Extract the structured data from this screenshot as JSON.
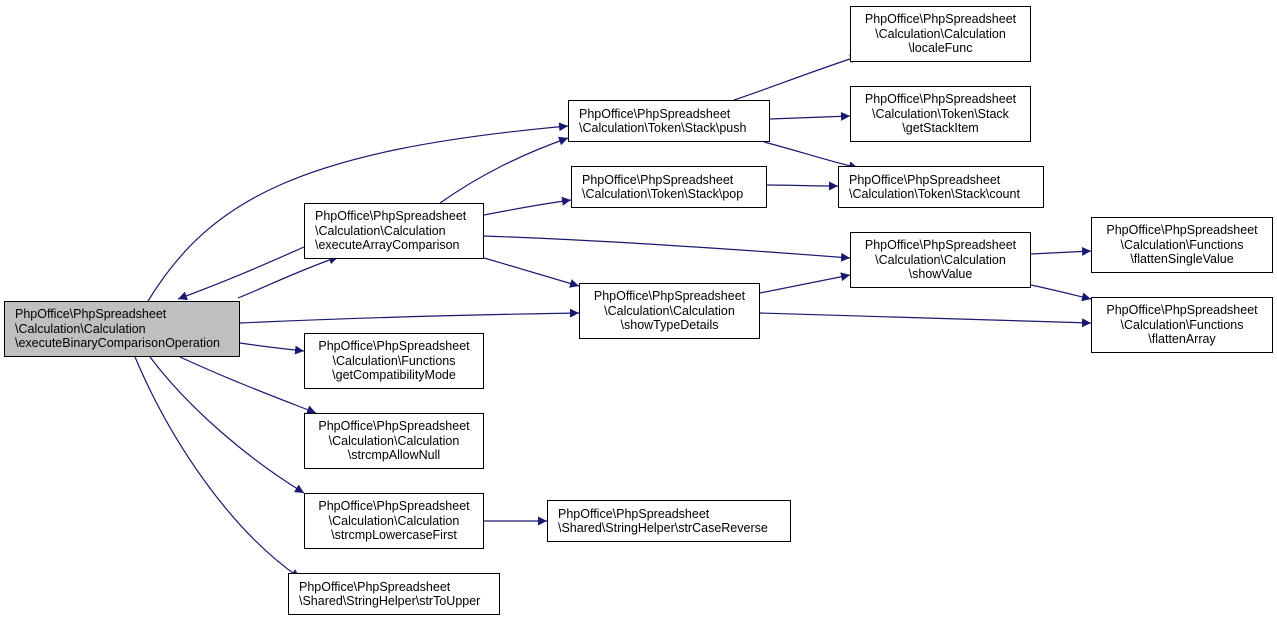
{
  "nodes": {
    "root": [
      "PhpOffice\\PhpSpreadsheet",
      "\\Calculation\\Calculation",
      "\\executeBinaryComparisonOperation"
    ],
    "exec_array": [
      "PhpOffice\\PhpSpreadsheet",
      "\\Calculation\\Calculation",
      "\\executeArrayComparison"
    ],
    "compat": [
      "PhpOffice\\PhpSpreadsheet",
      "\\Calculation\\Functions",
      "\\getCompatibilityMode"
    ],
    "strcmp_null": [
      "PhpOffice\\PhpSpreadsheet",
      "\\Calculation\\Calculation",
      "\\strcmpAllowNull"
    ],
    "strcmp_lower": [
      "PhpOffice\\PhpSpreadsheet",
      "\\Calculation\\Calculation",
      "\\strcmpLowercaseFirst"
    ],
    "strtoupper": [
      "PhpOffice\\PhpSpreadsheet",
      "\\Shared\\StringHelper\\strToUpper"
    ],
    "push": [
      "PhpOffice\\PhpSpreadsheet",
      "\\Calculation\\Token\\Stack\\push"
    ],
    "pop": [
      "PhpOffice\\PhpSpreadsheet",
      "\\Calculation\\Token\\Stack\\pop"
    ],
    "show_type": [
      "PhpOffice\\PhpSpreadsheet",
      "\\Calculation\\Calculation",
      "\\showTypeDetails"
    ],
    "str_case_rev": [
      "PhpOffice\\PhpSpreadsheet",
      "\\Shared\\StringHelper\\strCaseReverse"
    ],
    "locale_func": [
      "PhpOffice\\PhpSpreadsheet",
      "\\Calculation\\Calculation",
      "\\localeFunc"
    ],
    "get_stack_item": [
      "PhpOffice\\PhpSpreadsheet",
      "\\Calculation\\Token\\Stack",
      "\\getStackItem"
    ],
    "count": [
      "PhpOffice\\PhpSpreadsheet",
      "\\Calculation\\Token\\Stack\\count"
    ],
    "show_value": [
      "PhpOffice\\PhpSpreadsheet",
      "\\Calculation\\Calculation",
      "\\showValue"
    ],
    "flatten_single": [
      "PhpOffice\\PhpSpreadsheet",
      "\\Calculation\\Functions",
      "\\flattenSingleValue"
    ],
    "flatten_array": [
      "PhpOffice\\PhpSpreadsheet",
      "\\Calculation\\Functions",
      "\\flattenArray"
    ]
  },
  "edges": [
    [
      "root",
      "push"
    ],
    [
      "root",
      "exec_array"
    ],
    [
      "exec_array",
      "root"
    ],
    [
      "root",
      "show_type"
    ],
    [
      "root",
      "compat"
    ],
    [
      "root",
      "strcmp_null"
    ],
    [
      "root",
      "strcmp_lower"
    ],
    [
      "root",
      "strtoupper"
    ],
    [
      "exec_array",
      "push"
    ],
    [
      "exec_array",
      "pop"
    ],
    [
      "exec_array",
      "show_value"
    ],
    [
      "exec_array",
      "show_type"
    ],
    [
      "strcmp_lower",
      "str_case_rev"
    ],
    [
      "push",
      "locale_func"
    ],
    [
      "push",
      "get_stack_item"
    ],
    [
      "push",
      "count"
    ],
    [
      "pop",
      "count"
    ],
    [
      "show_type",
      "show_value"
    ],
    [
      "show_type",
      "flatten_array"
    ],
    [
      "show_value",
      "flatten_single"
    ],
    [
      "show_value",
      "flatten_array"
    ]
  ],
  "colors": {
    "edge": "#191970",
    "root_fill": "#bfbfbf",
    "node_fill": "#ffffff",
    "border": "#000000"
  }
}
